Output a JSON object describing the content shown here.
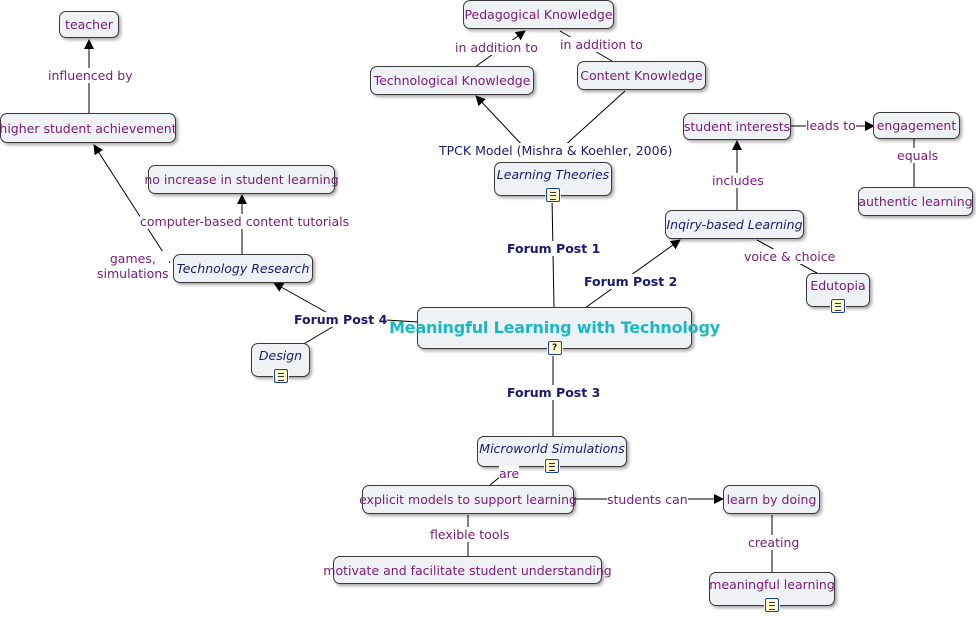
{
  "nodes": {
    "main": "Meaningful Learning with Technology",
    "teacher": "teacher",
    "higher_achievement": "higher student achievement",
    "pedagogical": "Pedagogical Knowledge",
    "technological": "Technological Knowledge",
    "content": "Content Knowledge",
    "learning_theories": "Learning Theories",
    "student_interests": "student interests",
    "engagement": "engagement",
    "authentic_learning": "authentic learning",
    "no_increase": "no increase in student learning",
    "technology_research": "Technology Research",
    "inquiry": "Inqiry-based Learning",
    "edutopia": "Edutopia",
    "design": "Design",
    "microworld": "Microworld Simulations",
    "explicit_models": "explicit models to support learning",
    "learn_by_doing": "learn by doing",
    "motivate": "motivate and facilitate student understanding",
    "meaningful_learning": "meaningful learning"
  },
  "links": {
    "influenced_by": "influenced by",
    "in_addition_left": "in addition to",
    "in_addition_right": "in addition to",
    "tpck": "TPCK Model (Mishra & Koehler, 2006)",
    "includes": "includes",
    "leads_to": "leads to",
    "equals": "equals",
    "computer_based": "computer-based content tutorials",
    "games_line1": "games,",
    "games_line2": "simulations",
    "voice_choice": "voice & choice",
    "forum_post_1": "Forum Post 1",
    "forum_post_2": "Forum Post 2",
    "forum_post_3": "Forum Post 3",
    "forum_post_4": "Forum Post 4",
    "are": "are",
    "students_can": "students can",
    "flexible_tools": "flexible tools",
    "creating": "creating"
  },
  "icons": {
    "resource": "document-icon",
    "main_resource": "question-document-icon"
  },
  "colors": {
    "node_text": "#7a1a7a",
    "navy_text": "#1a1a6e",
    "main_text": "#19b9c4",
    "node_bg": "#eef2f5"
  }
}
